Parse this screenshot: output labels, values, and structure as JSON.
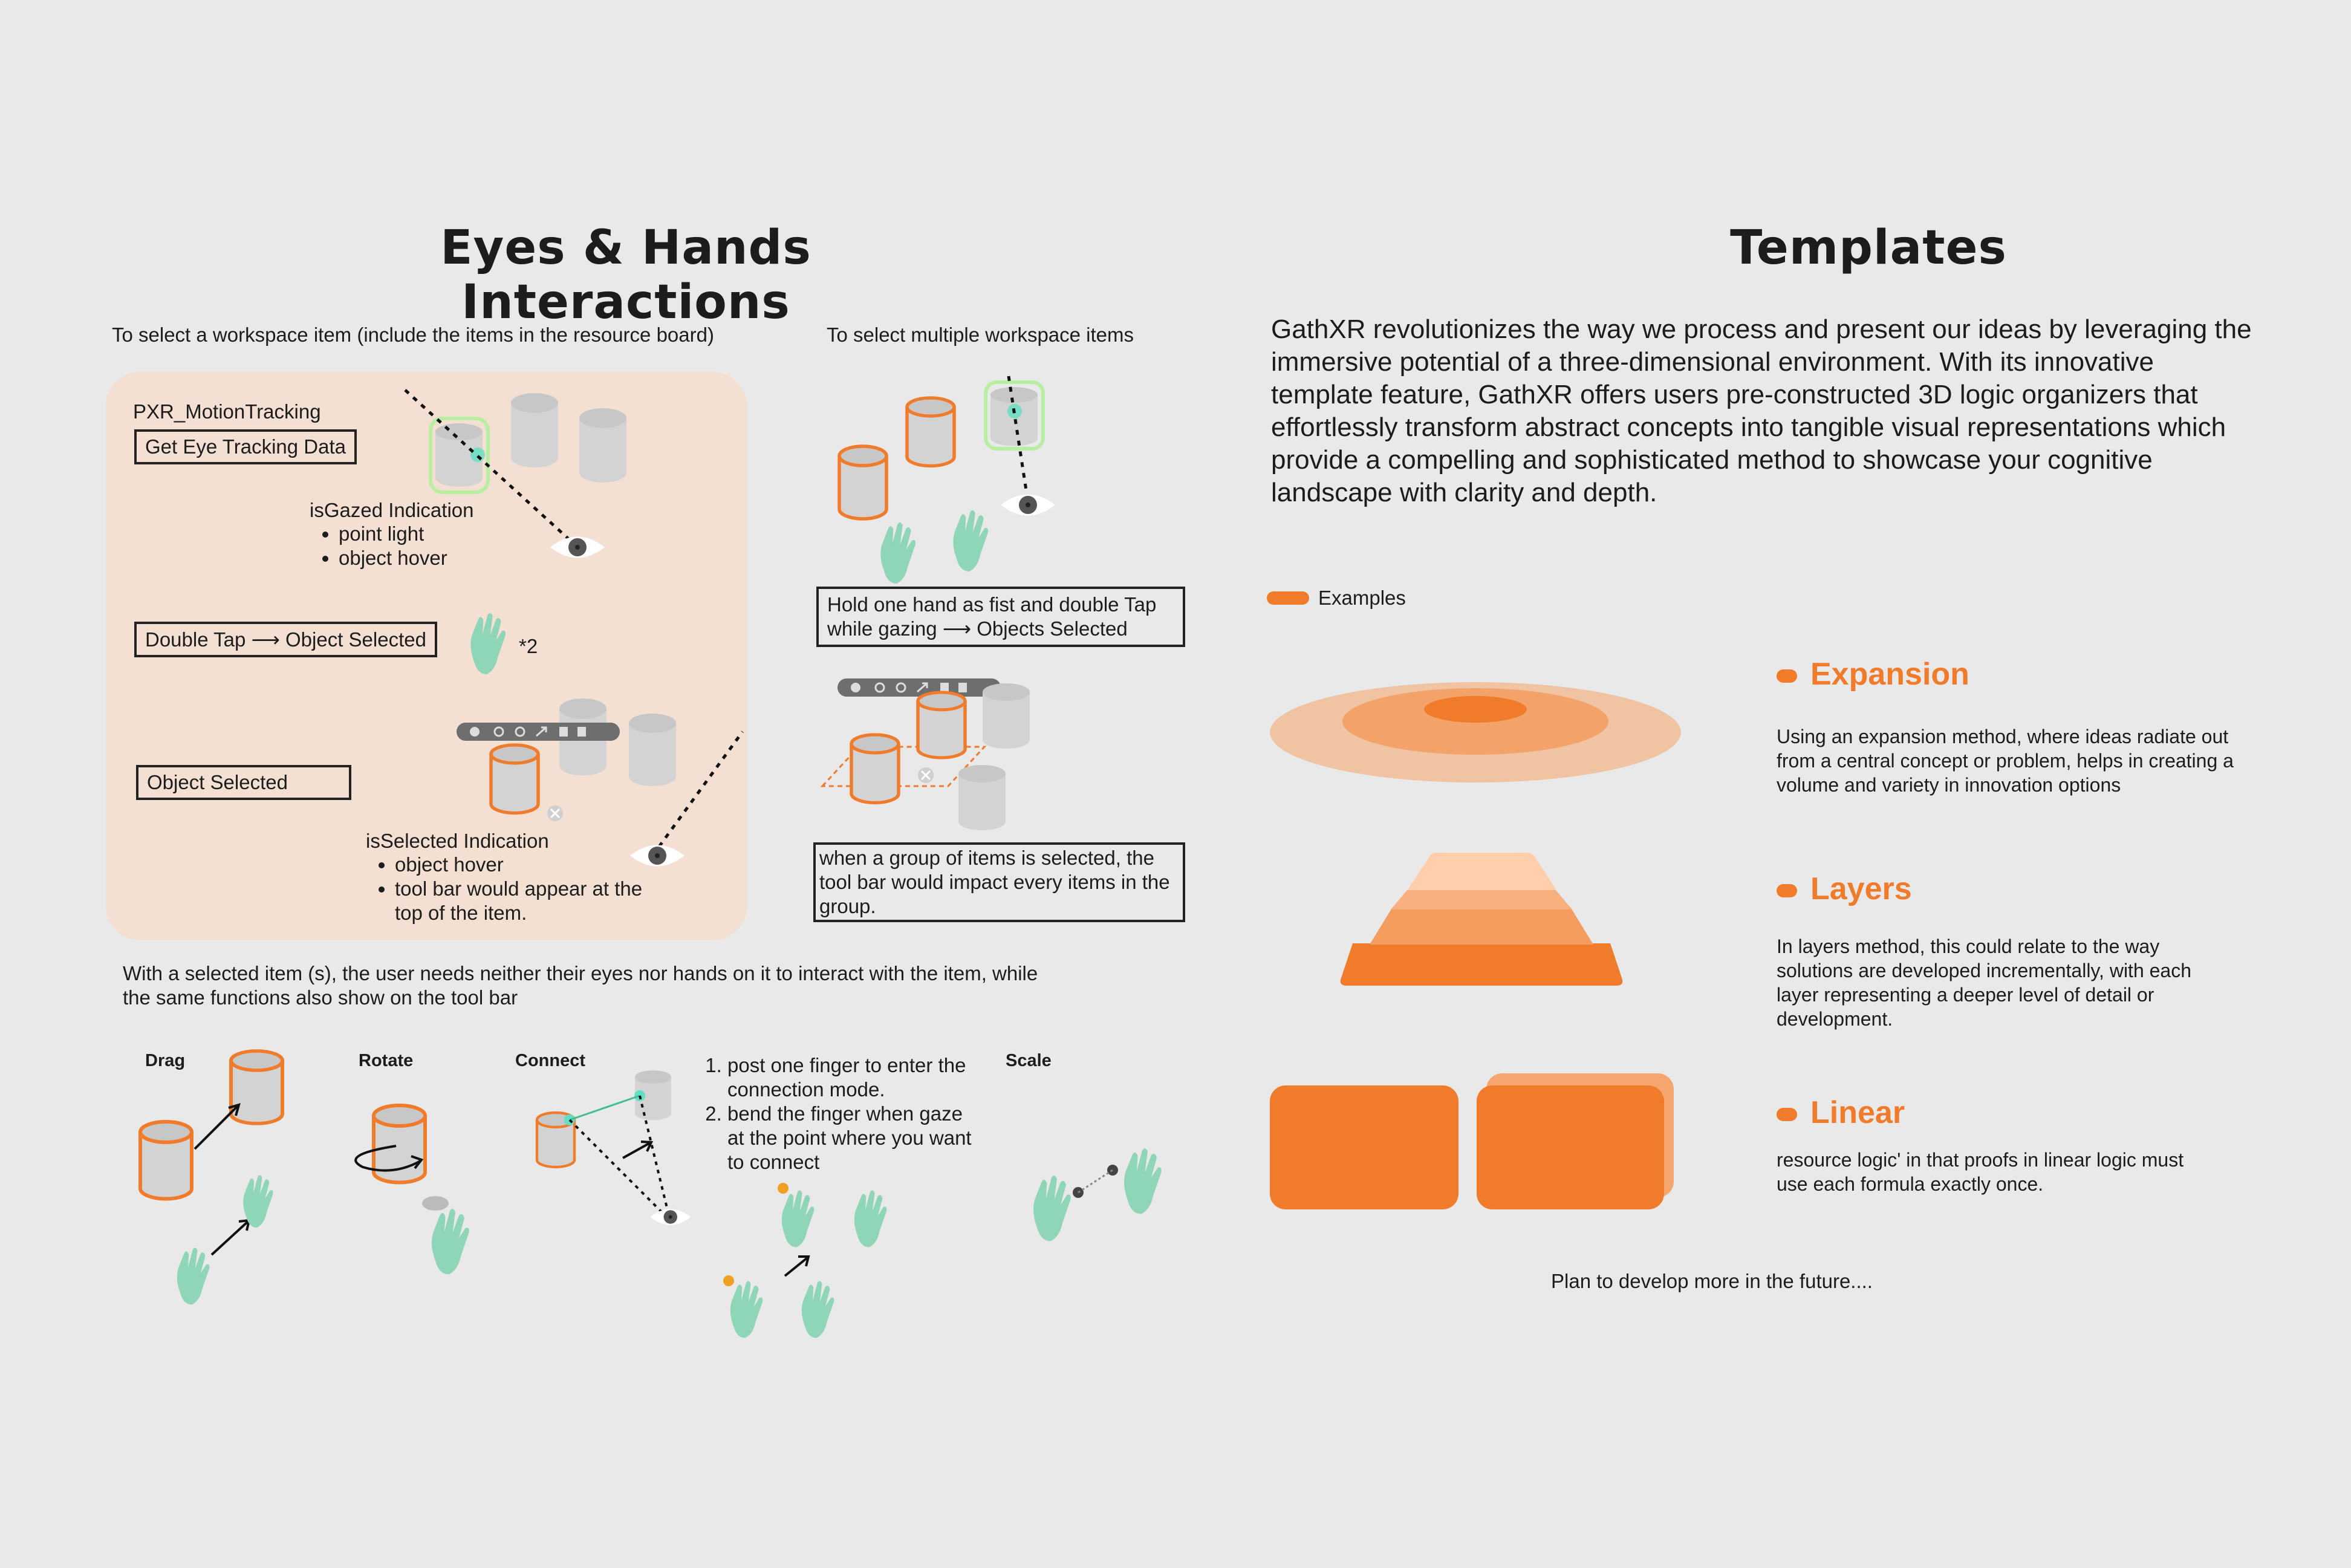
{
  "left": {
    "title": "Eyes & Hands Interactions",
    "select_caption": "To select a workspace item (include the items in the resource board)",
    "multi_caption": "To select multiple workspace items",
    "motion_tracking": "PXR_MotionTracking",
    "eye_tracking_box": "Get Eye Tracking Data",
    "is_gazed": {
      "title": "isGazed Indication",
      "items": [
        "point light",
        "object hover"
      ]
    },
    "double_tap_box": "Double Tap ⟶ Object Selected",
    "double_tap_count": "*2",
    "object_selected_box": "Object Selected",
    "is_selected": {
      "title": "isSelected Indication",
      "items": [
        "object hover",
        "tool bar would appear at the top of the item."
      ]
    },
    "fist_box": "Hold one hand as fist and double Tap while gazing ⟶ Objects Selected",
    "group_box": "when a group of items is selected, the tool bar would impact every items in the group.",
    "selected_note": "With a selected item (s), the user needs neither their eyes nor hands on it to interact with the item, while the same functions also show on the tool bar",
    "gestures": [
      "Drag",
      "Rotate",
      "Connect",
      "Scale"
    ],
    "connect_steps": [
      "post one finger to enter the connection mode.",
      "bend the finger when gaze at the point where you want to connect"
    ]
  },
  "right": {
    "title": "Templates",
    "intro": "GathXR revolutionizes the way we process and present our ideas by leveraging the immersive potential of a three-dimensional environment. With its innovative template feature, GathXR offers users pre-constructed 3D logic organizers that effortlessly transform abstract concepts into tangible visual representations which provide a compelling and sophisticated method to showcase your cognitive landscape with clarity and depth.",
    "legend": "Examples",
    "templates": [
      {
        "name": "Expansion",
        "text": "Using an expansion method, where ideas radiate out from a central concept or problem, helps in creating a volume and variety in innovation options"
      },
      {
        "name": "Layers",
        "text": "In layers method, this could relate to the way solutions are developed incrementally, with each layer representing a deeper level of detail or development."
      },
      {
        "name": "Linear",
        "text": "resource logic' in that proofs in linear logic must use each formula exactly once."
      }
    ],
    "footer": "Plan to develop more in the future...."
  },
  "colors": {
    "accent": "#f07b2a",
    "panel": "#f3e0d2",
    "hand": "#8fd5b8",
    "cylinder": "#d6d6d6"
  }
}
